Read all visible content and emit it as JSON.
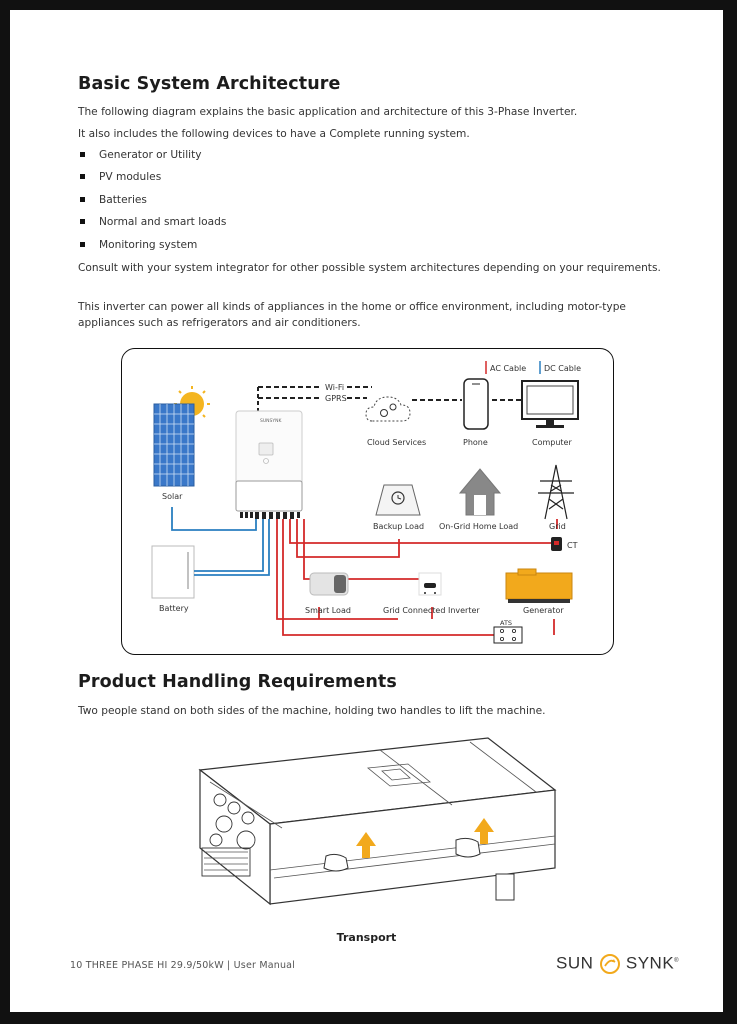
{
  "section1": {
    "heading": "Basic System Architecture",
    "intro1": "The following diagram explains the basic application and architecture of this 3-Phase Inverter.",
    "intro2": "It also includes the following devices to have a Complete running system.",
    "bullets": [
      "Generator or Utility",
      "PV modules",
      "Batteries",
      "Normal and smart loads",
      "Monitoring system"
    ],
    "para1": "Consult with your system integrator for other possible system architectures depending on your requirements.",
    "para2": "This inverter can power all kinds of appliances in the home or office environment, including motor-type appliances such as refrigerators and air conditioners."
  },
  "diagram": {
    "legend_ac": "AC Cable",
    "legend_dc": "DC Cable",
    "wifi": "Wi-Fi",
    "gprs": "GPRS",
    "inverter_brand": "SUNSYNK",
    "labels": {
      "solar": "Solar",
      "battery": "Battery",
      "cloud": "Cloud Services",
      "phone": "Phone",
      "computer": "Computer",
      "backup": "Backup Load",
      "ongrid": "On-Grid Home Load",
      "grid": "Grid",
      "ct": "CT",
      "smart": "Smart Load",
      "gridinv": "Grid Connected Inverter",
      "generator": "Generator",
      "ats": "ATS"
    },
    "colors": {
      "ac": "#d42a2a",
      "dc": "#2a7fc0",
      "sun": "#f4b520",
      "panel": "#3a78c9",
      "generator": "#f2a91c"
    }
  },
  "section2": {
    "heading": "Product Handling Requirements",
    "intro": "Two people stand on both sides of the machine, holding two handles to lift the machine.",
    "caption": "Transport"
  },
  "footer": {
    "text": "10  THREE PHASE HI 29.9/50kW | User Manual",
    "brand_left": "SUN",
    "brand_right": "SYNK",
    "brand_mark": "®"
  }
}
